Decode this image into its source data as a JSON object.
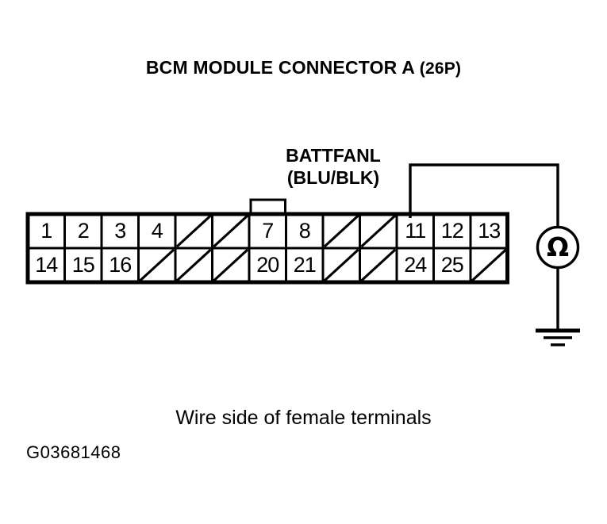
{
  "title": {
    "main": "BCM MODULE CONNECTOR A",
    "paren": "(26P)",
    "full": "BCM MODULE CONNECTOR A (26P)"
  },
  "wire_label": {
    "signal": "BATTFANL",
    "color": "(BLU/BLK)"
  },
  "caption": "Wire side of female terminals",
  "figure_id": "G03681468",
  "colors": {
    "line": "#000000",
    "background": "#ffffff"
  },
  "connector": {
    "name": "Connector A",
    "pin_count": "26P",
    "columns": 13,
    "rows": 2,
    "tab_over_column": 7,
    "top_row": [
      {
        "label": "1",
        "blank": false
      },
      {
        "label": "2",
        "blank": false
      },
      {
        "label": "3",
        "blank": false
      },
      {
        "label": "4",
        "blank": false
      },
      {
        "label": "",
        "blank": true
      },
      {
        "label": "",
        "blank": true
      },
      {
        "label": "7",
        "blank": false
      },
      {
        "label": "8",
        "blank": false
      },
      {
        "label": "",
        "blank": true
      },
      {
        "label": "",
        "blank": true
      },
      {
        "label": "11",
        "blank": false
      },
      {
        "label": "12",
        "blank": false
      },
      {
        "label": "13",
        "blank": false
      }
    ],
    "bottom_row": [
      {
        "label": "14",
        "blank": false
      },
      {
        "label": "15",
        "blank": false
      },
      {
        "label": "16",
        "blank": false
      },
      {
        "label": "",
        "blank": true
      },
      {
        "label": "",
        "blank": true
      },
      {
        "label": "",
        "blank": true
      },
      {
        "label": "20",
        "blank": false
      },
      {
        "label": "21",
        "blank": false
      },
      {
        "label": "",
        "blank": true
      },
      {
        "label": "",
        "blank": true
      },
      {
        "label": "24",
        "blank": false
      },
      {
        "label": "25",
        "blank": false
      },
      {
        "label": "",
        "blank": true
      }
    ]
  },
  "test_circuit": {
    "instrument": "ohmmeter",
    "instrument_symbol": "Ω",
    "probe_pin": "11",
    "ground": "chassis-ground"
  }
}
